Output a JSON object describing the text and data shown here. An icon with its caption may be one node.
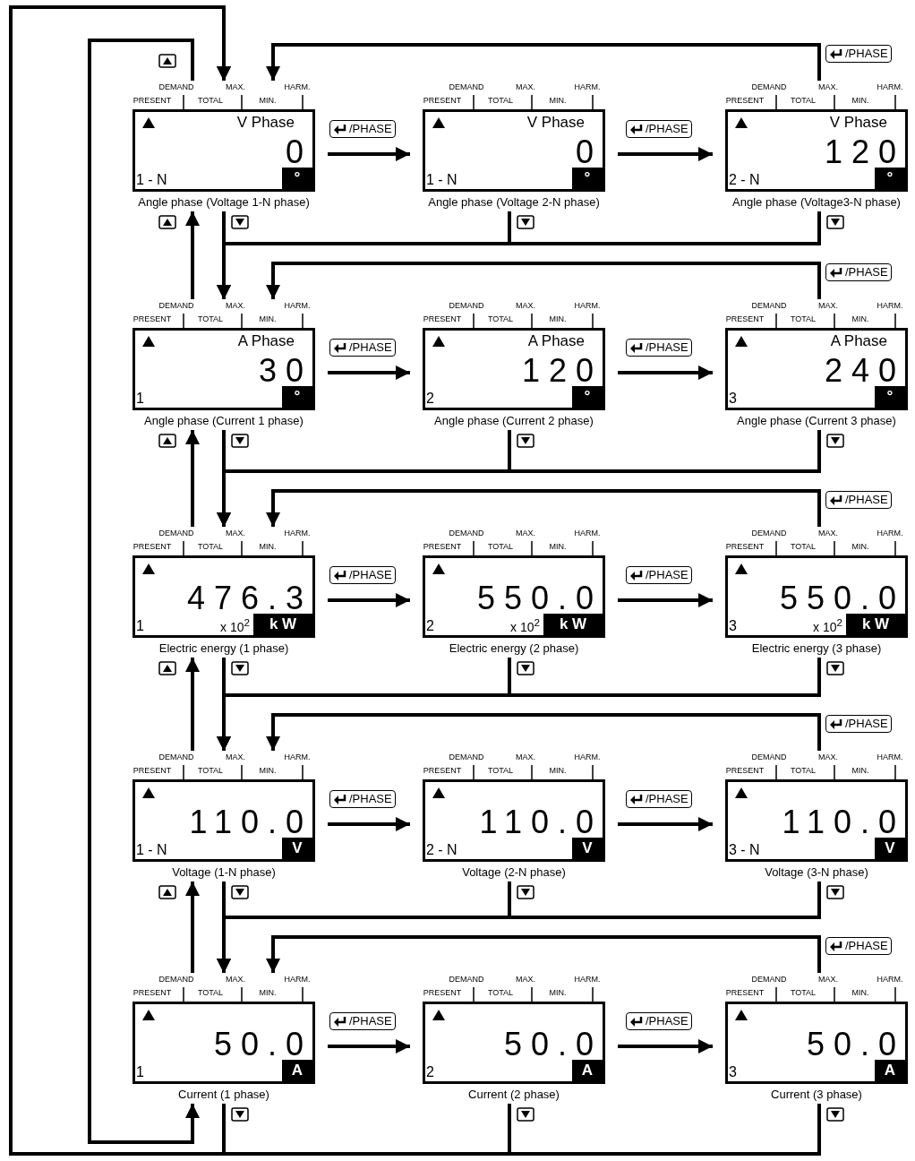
{
  "diagram": {
    "nodes": [
      {
        "text": [
          "V Phase",
          "0",
          "1 - N",
          "°"
        ],
        "beside": [
          "DEMAND",
          "MAX.",
          "HARM.",
          "PRESENT",
          "TOTAL",
          "MIN.",
          "Angle phase (Voltage 1-N phase)"
        ]
      },
      {
        "text": [
          "V Phase",
          "0",
          "1 - N",
          "°"
        ],
        "beside": [
          "DEMAND",
          "MAX.",
          "HARM.",
          "PRESENT",
          "TOTAL",
          "MIN.",
          "Angle phase (Voltage 2-N phase)"
        ]
      },
      {
        "text": [
          "V Phase",
          "120",
          "2 - N",
          "°"
        ],
        "beside": [
          "DEMAND",
          "MAX.",
          "HARM.",
          "PRESENT",
          "TOTAL",
          "MIN.",
          "Angle phase (Voltage3-N phase)"
        ]
      },
      {
        "text": [
          "A Phase",
          "30",
          "1",
          "°"
        ],
        "beside": [
          "DEMAND",
          "MAX.",
          "HARM.",
          "PRESENT",
          "TOTAL",
          "MIN.",
          "Angle phase (Current 1 phase)"
        ]
      },
      {
        "text": [
          "A Phase",
          "120",
          "2",
          "°"
        ],
        "beside": [
          "DEMAND",
          "MAX.",
          "HARM.",
          "PRESENT",
          "TOTAL",
          "MIN.",
          "Angle phase (Current 2 phase)"
        ]
      },
      {
        "text": [
          "A Phase",
          "240",
          "3",
          "°"
        ],
        "beside": [
          "DEMAND",
          "MAX.",
          "HARM.",
          "PRESENT",
          "TOTAL",
          "MIN.",
          "Angle phase (Current 3 phase)"
        ]
      },
      {
        "text": [
          "476.3",
          "1",
          "x 10$^{2}$",
          "k W"
        ],
        "beside": [
          "DEMAND",
          "MAX.",
          "HARM.",
          "PRESENT",
          "TOTAL",
          "MIN.",
          "Electric energy (1 phase)"
        ]
      },
      {
        "text": [
          "550.0",
          "2",
          "x 10$^{2}$",
          "k W"
        ],
        "beside": [
          "DEMAND",
          "MAX.",
          "HARM.",
          "PRESENT",
          "TOTAL",
          "MIN.",
          "Electric energy (2 phase)"
        ]
      },
      {
        "text": [
          "550.0",
          "3",
          "x 10$^{2}$",
          "k W"
        ],
        "beside": [
          "DEMAND",
          "MAX.",
          "HARM.",
          "PRESENT",
          "TOTAL",
          "MIN.",
          "Electric energy (3 phase)"
        ]
      },
      {
        "text": [
          "110.0",
          "1 - N",
          "V"
        ],
        "beside": [
          "DEMAND",
          "MAX.",
          "HARM.",
          "PRESENT",
          "TOTAL",
          "MIN.",
          "Voltage (1-N phase)"
        ]
      },
      {
        "text": [
          "110.0",
          "2 - N",
          "V"
        ],
        "beside": [
          "DEMAND",
          "MAX.",
          "HARM.",
          "PRESENT",
          "TOTAL",
          "MIN.",
          "Voltage (2-N phase)"
        ]
      },
      {
        "text": [
          "110.0",
          "3 - N",
          "V"
        ],
        "beside": [
          "DEMAND",
          "MAX.",
          "HARM.",
          "PRESENT",
          "TOTAL",
          "MIN.",
          "Voltage (3-N phase)"
        ]
      },
      {
        "text": [
          "50.0",
          "1",
          "A"
        ],
        "beside": [
          "DEMAND",
          "MAX.",
          "HARM.",
          "PRESENT",
          "TOTAL",
          "MIN.",
          "Current (1 phase)"
        ]
      },
      {
        "text": [
          "50.0",
          "2",
          "A"
        ],
        "beside": [
          "DEMAND",
          "MAX.",
          "HARM.",
          "PRESENT",
          "TOTAL",
          "MIN.",
          "Current (2 phase)"
        ]
      },
      {
        "text": [
          "50.0",
          "3",
          "A"
        ],
        "beside": [
          "DEMAND",
          "MAX.",
          "HARM.",
          "PRESENT",
          "TOTAL",
          "MIN.",
          "Current (3 phase)"
        ]
      }
    ],
    "edges": [
      {
        "from": 0,
        "to": 1,
        "arrow": "to",
        "label": "/PHASE"
      },
      {
        "from": 1,
        "to": 2,
        "arrow": "to",
        "label": "/PHASE"
      },
      {
        "from": 2,
        "to": 0,
        "arrow": "to",
        "label": "/PHASE"
      },
      {
        "from": 0,
        "to": 3,
        "arrow": "to"
      },
      {
        "from": 1,
        "to": 3,
        "arrow": "to"
      },
      {
        "from": 2,
        "to": 3,
        "arrow": "to"
      },
      {
        "from": 0,
        "to": 12,
        "arrow": "to"
      },
      {
        "from": 3,
        "to": 4,
        "arrow": "to",
        "label": "/PHASE"
      },
      {
        "from": 4,
        "to": 5,
        "arrow": "to",
        "label": "/PHASE"
      },
      {
        "from": 5,
        "to": 3,
        "arrow": "to",
        "label": "/PHASE"
      },
      {
        "from": 3,
        "to": 6,
        "arrow": "to"
      },
      {
        "from": 4,
        "to": 6,
        "arrow": "to"
      },
      {
        "from": 5,
        "to": 6,
        "arrow": "to"
      },
      {
        "from": 3,
        "to": 0,
        "arrow": "to"
      },
      {
        "from": 6,
        "to": 7,
        "arrow": "to",
        "label": "/PHASE"
      },
      {
        "from": 7,
        "to": 8,
        "arrow": "to",
        "label": "/PHASE"
      },
      {
        "from": 8,
        "to": 6,
        "arrow": "to",
        "label": "/PHASE"
      },
      {
        "from": 6,
        "to": 9,
        "arrow": "to"
      },
      {
        "from": 7,
        "to": 9,
        "arrow": "to"
      },
      {
        "from": 8,
        "to": 9,
        "arrow": "to"
      },
      {
        "from": 6,
        "to": 3,
        "arrow": "to"
      },
      {
        "from": 9,
        "to": 10,
        "arrow": "to",
        "label": "/PHASE"
      },
      {
        "from": 10,
        "to": 11,
        "arrow": "to",
        "label": "/PHASE"
      },
      {
        "from": 11,
        "to": 9,
        "arrow": "to",
        "label": "/PHASE"
      },
      {
        "from": 9,
        "to": 12,
        "arrow": "to"
      },
      {
        "from": 10,
        "to": 12,
        "arrow": "to"
      },
      {
        "from": 11,
        "to": 12,
        "arrow": "to"
      },
      {
        "from": 9,
        "to": 6,
        "arrow": "to"
      },
      {
        "from": 12,
        "to": 13,
        "arrow": "to",
        "label": "/PHASE"
      },
      {
        "from": 13,
        "to": 14,
        "arrow": "to",
        "label": "/PHASE"
      },
      {
        "from": 14,
        "to": 12,
        "arrow": "to",
        "label": "/PHASE"
      },
      {
        "from": 12,
        "to": 0,
        "arrow": "to"
      },
      {
        "from": 13,
        "to": 0,
        "arrow": "to"
      },
      {
        "from": 14,
        "to": 0,
        "arrow": "to"
      },
      {
        "from": 12,
        "to": 9,
        "arrow": "to"
      }
    ]
  }
}
